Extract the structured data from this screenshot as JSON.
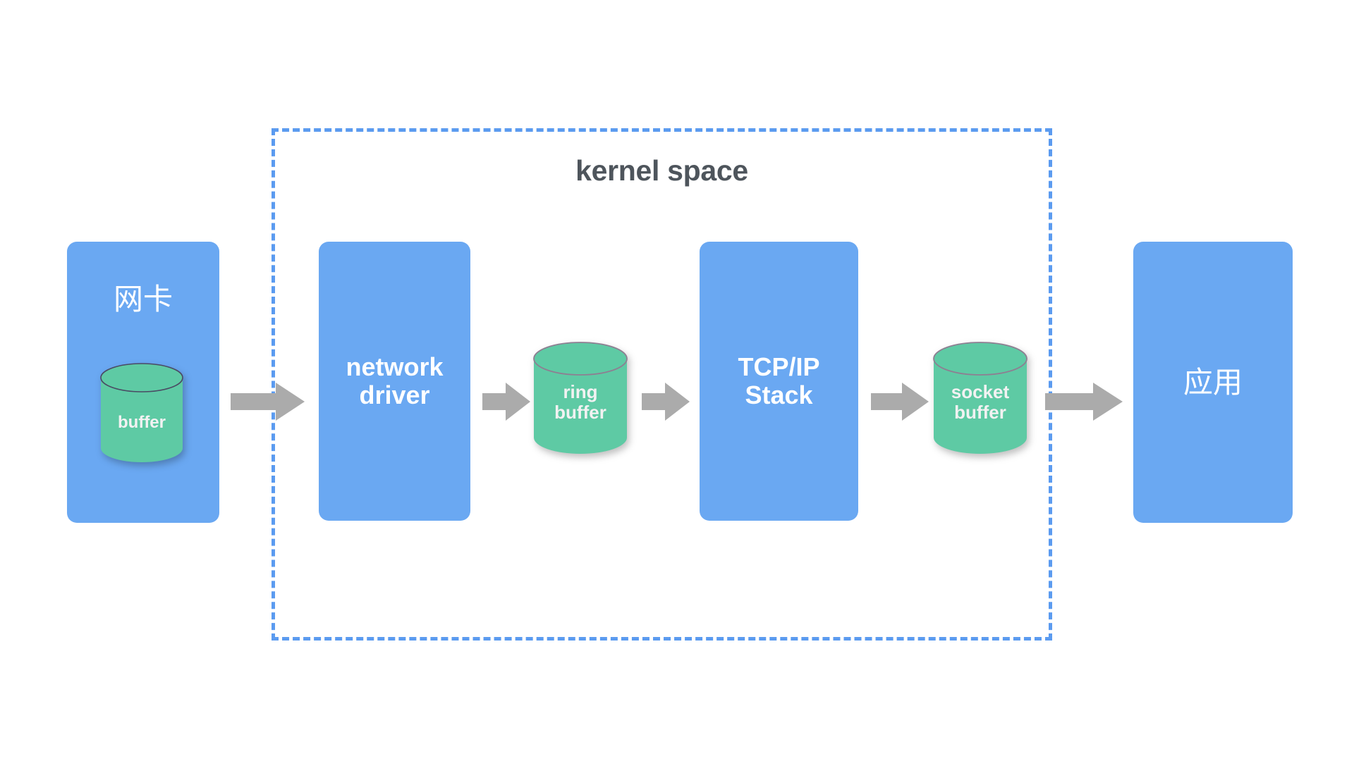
{
  "diagram": {
    "title_text": "kernel space",
    "boundary": {
      "label": "kernel space",
      "style": "dashed",
      "color": "#5b9bf0"
    },
    "colors": {
      "box_blue": "#6aa8f2",
      "cylinder_green": "#5ecaa4",
      "arrow_gray": "#ababab",
      "label_gray": "#4e555c",
      "text_white": "#ffffff"
    },
    "nodes": [
      {
        "id": "nic",
        "label": "网卡",
        "type": "box"
      },
      {
        "id": "driver",
        "label": "network\ndriver",
        "type": "box"
      },
      {
        "id": "tcpip",
        "label": "TCP/IP\nStack",
        "type": "box"
      },
      {
        "id": "app",
        "label": "应用",
        "type": "box"
      }
    ],
    "buffers": [
      {
        "id": "nic_buffer",
        "label": "buffer",
        "type": "cylinder",
        "inside": "nic"
      },
      {
        "id": "ring_buffer",
        "label": "ring\nbuffer",
        "type": "cylinder",
        "inside": "kernel space"
      },
      {
        "id": "socket_buffer",
        "label": "socket\nbuffer",
        "type": "cylinder",
        "inside": "kernel space"
      }
    ],
    "arrows": [
      {
        "id": "arrow-1",
        "from": "nic",
        "to": "driver",
        "icon": "right-arrow-icon"
      },
      {
        "id": "arrow-2",
        "from": "driver",
        "to": "ring_buffer",
        "icon": "right-arrow-icon"
      },
      {
        "id": "arrow-3",
        "from": "ring_buffer",
        "to": "tcpip",
        "icon": "right-arrow-icon"
      },
      {
        "id": "arrow-4",
        "from": "tcpip",
        "to": "socket_buffer",
        "icon": "right-arrow-icon"
      },
      {
        "id": "arrow-5",
        "from": "socket_buffer",
        "to": "app",
        "icon": "right-arrow-icon"
      }
    ]
  }
}
